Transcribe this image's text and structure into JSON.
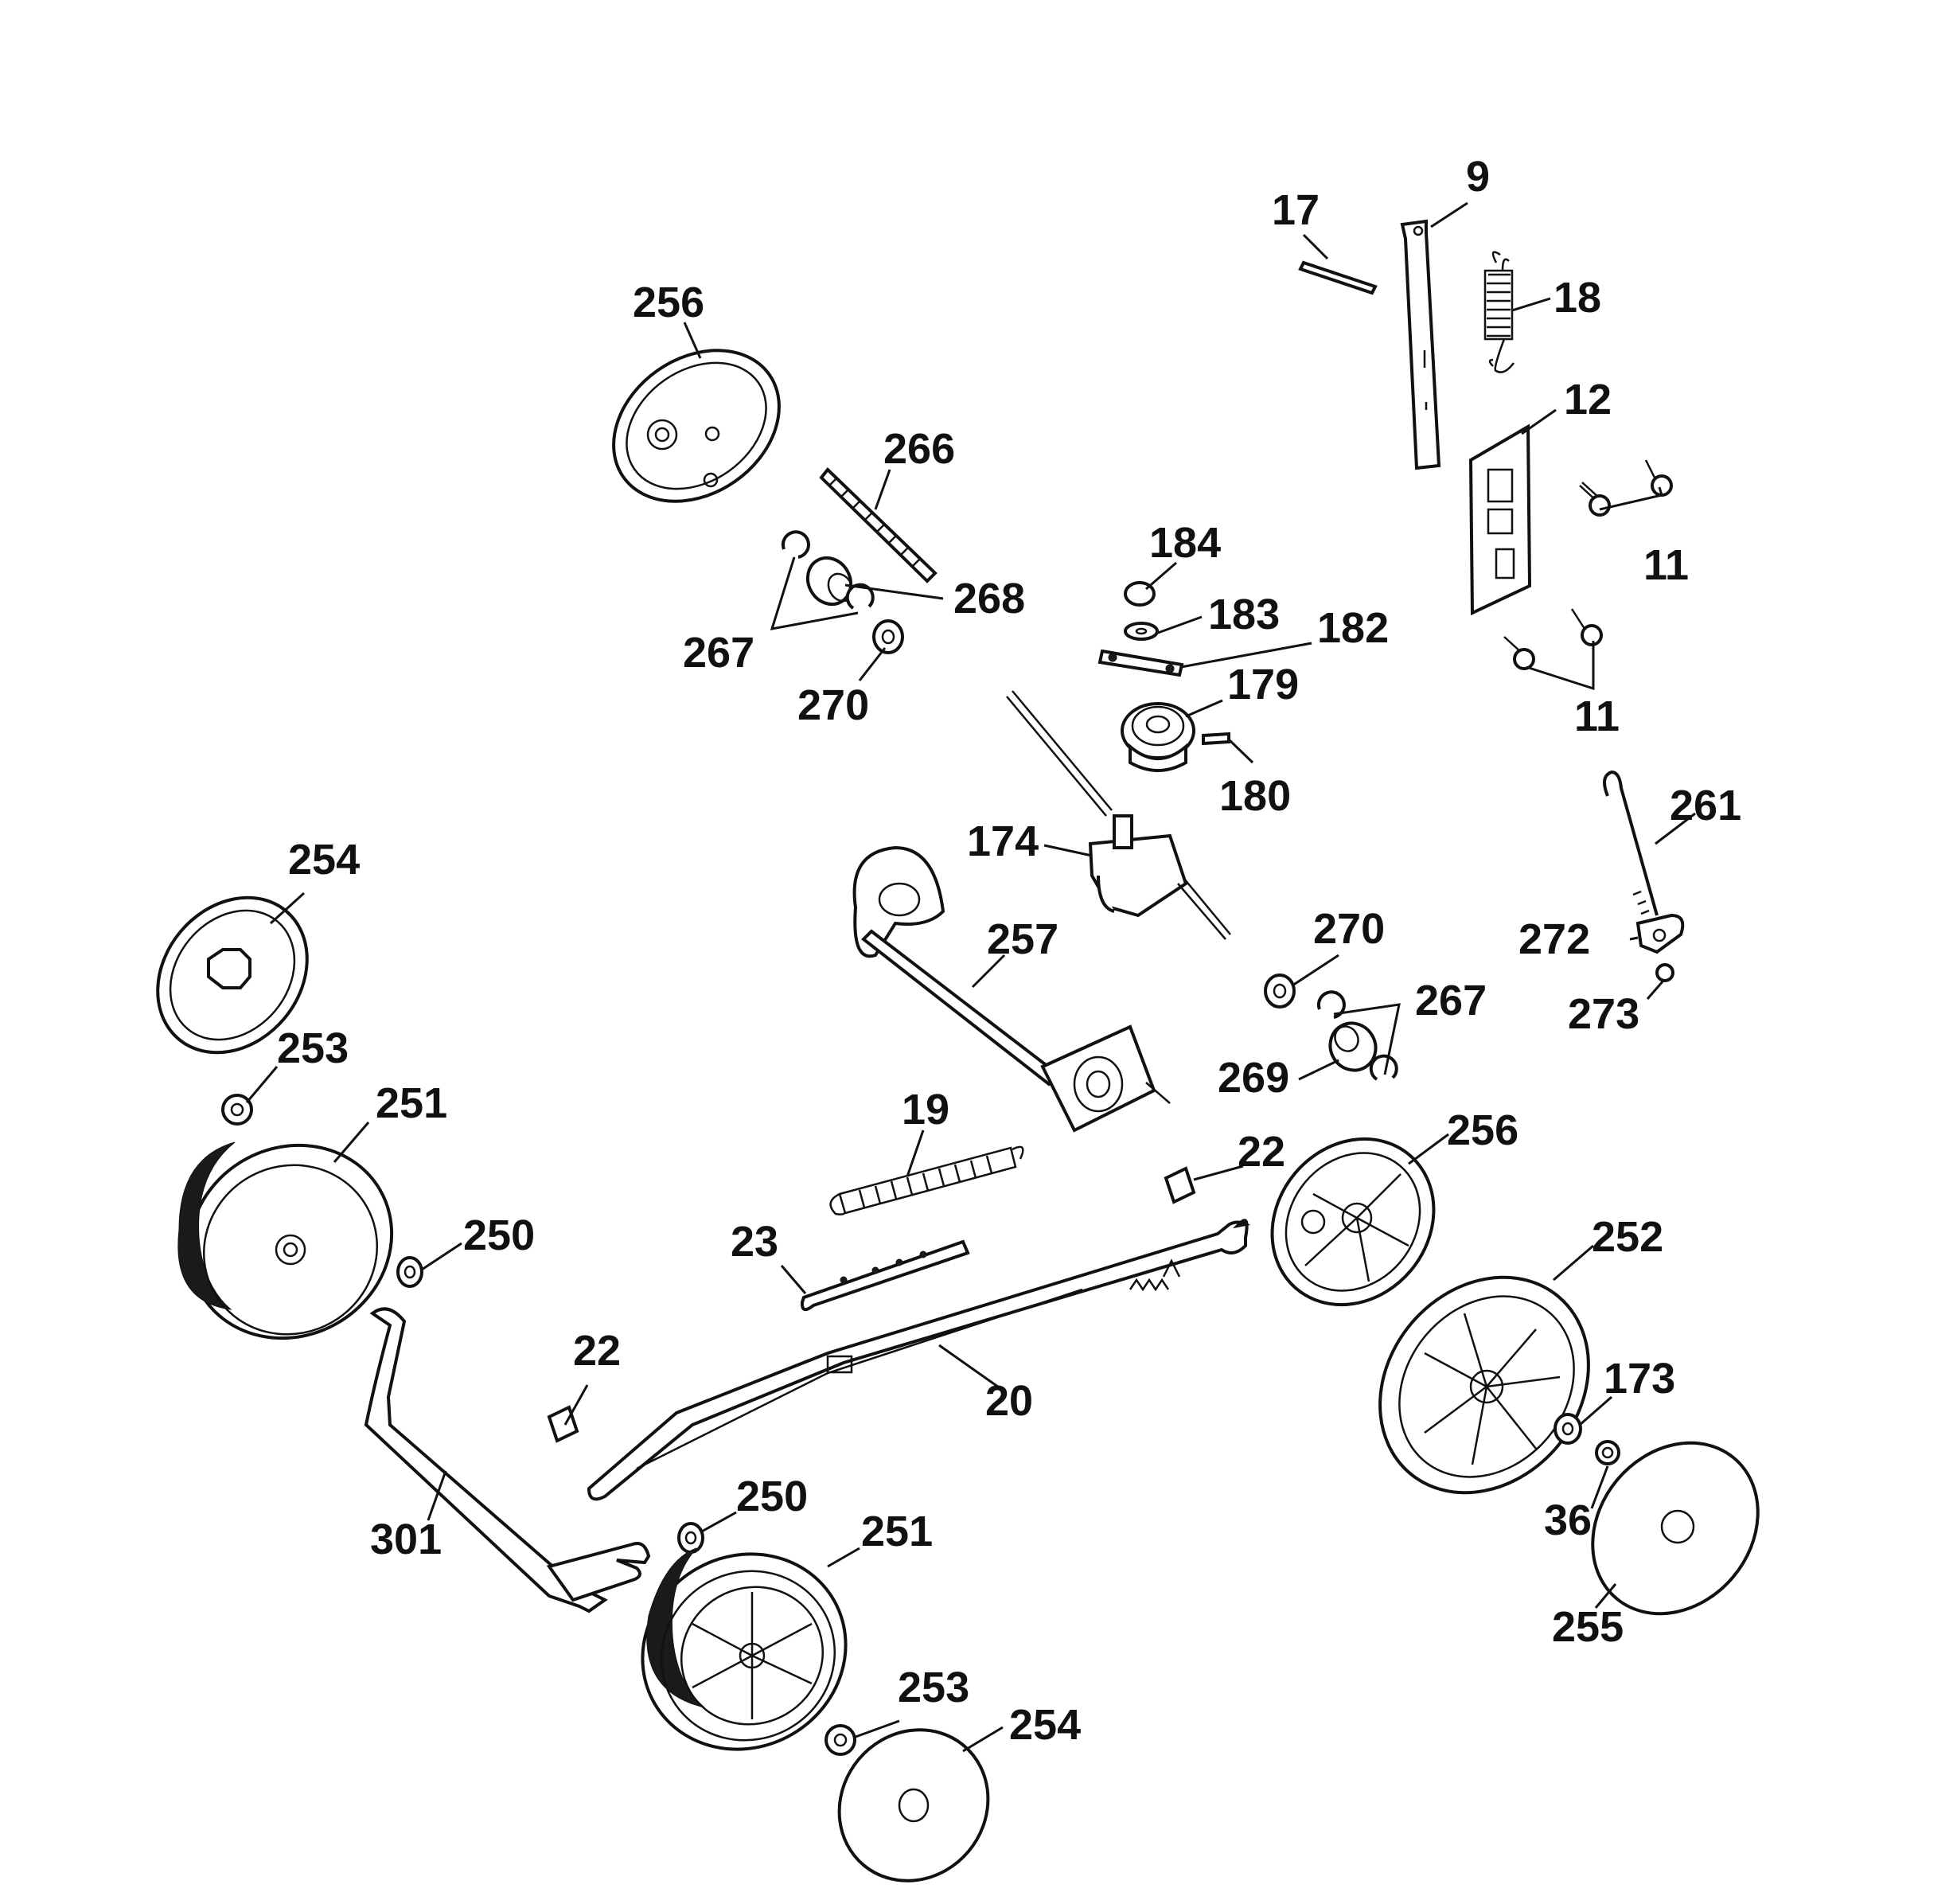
{
  "diagram": {
    "labels": {
      "p9": "9",
      "p17": "17",
      "p18": "18",
      "p12": "12",
      "p11a": "11",
      "p11b": "11",
      "p256a": "256",
      "p266": "266",
      "p268": "268",
      "p267a": "267",
      "p270a": "270",
      "p184": "184",
      "p183": "183",
      "p182": "182",
      "p179": "179",
      "p180": "180",
      "p174": "174",
      "p261": "261",
      "p272": "272",
      "p273": "273",
      "p254a": "254",
      "p257": "257",
      "p270b": "270",
      "p267b": "267",
      "p269": "269",
      "p253a": "253",
      "p251a": "251",
      "p19": "19",
      "p22a": "22",
      "p256b": "256",
      "p250a": "250",
      "p23": "23",
      "p252": "252",
      "p22b": "22",
      "p20": "20",
      "p173": "173",
      "p250b": "250",
      "p36": "36",
      "p251b": "251",
      "p301": "301",
      "p255": "255",
      "p253b": "253",
      "p254b": "254"
    }
  }
}
